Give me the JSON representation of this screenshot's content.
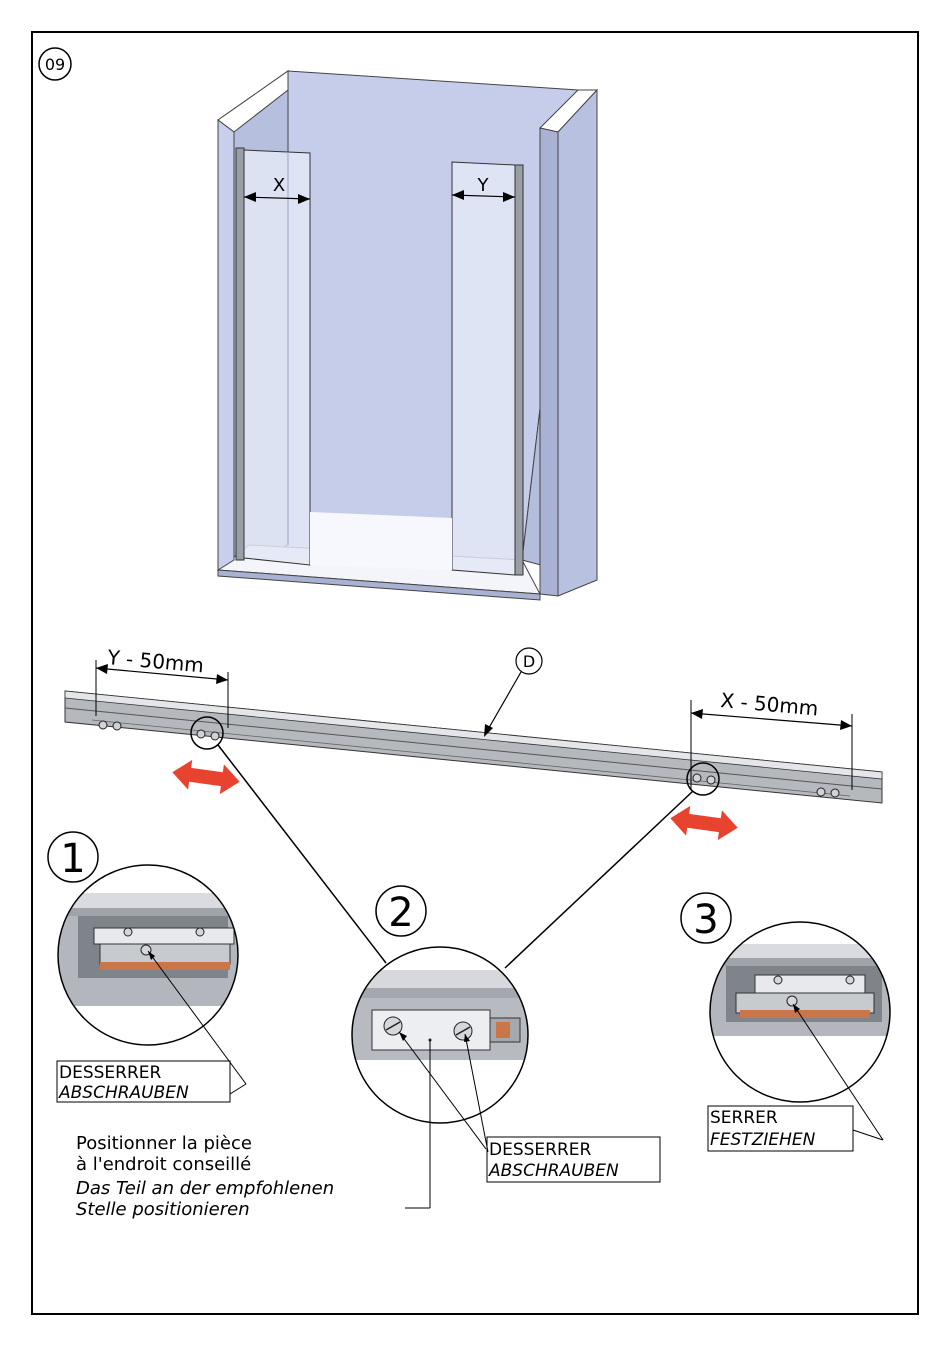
{
  "step_number": "09",
  "dimensions": {
    "x_label": "X",
    "y_label": "Y",
    "left_offset": "Y - 50mm",
    "right_offset": "X - 50mm",
    "rail_callout": "D"
  },
  "details": [
    {
      "number": "1",
      "line1": "DESSERRER",
      "line2": "ABSCHRAUBEN"
    },
    {
      "number": "2",
      "line1": "DESSERRER",
      "line2": "ABSCHRAUBEN"
    },
    {
      "number": "3",
      "line1": "SERRER",
      "line2": "FESTZIEHEN"
    }
  ],
  "note": {
    "fr_line1": "Positionner la pièce",
    "fr_line2": "à l'endroit conseillé",
    "de_line1": "Das Teil an der empfohlenen",
    "de_line2": "Stelle positionieren"
  },
  "colors": {
    "panel": "#c4cbe6",
    "panel_dark": "#a9b2d3",
    "arrow_red": "#e8432e",
    "rail": "#a9acb1"
  }
}
